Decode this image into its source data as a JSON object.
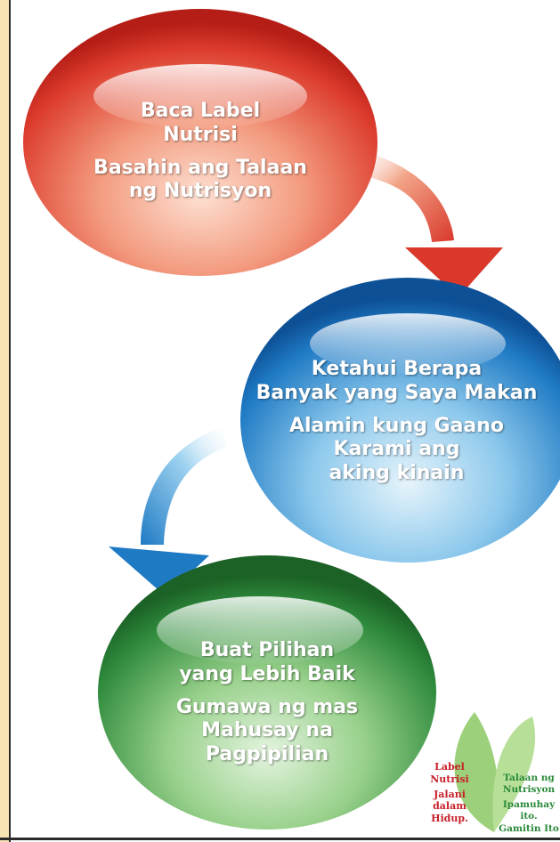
{
  "steps": [
    {
      "malay": [
        "Baca Label",
        "Nutrisi"
      ],
      "filipino": [
        "Basahin ang Talaan",
        "ng Nutrisyon"
      ],
      "color": "#d9382b"
    },
    {
      "malay": [
        "Ketahui Berapa",
        "Banyak yang Saya Makan"
      ],
      "filipino": [
        "Alamin kung Gaano",
        "Karami ang",
        "aking kinain"
      ],
      "color": "#1f7ac4"
    },
    {
      "malay": [
        "Buat Pilihan",
        "yang Lebih Baik"
      ],
      "filipino": [
        "Gumawa ng mas",
        "Mahusay na",
        "Pagpipilian"
      ],
      "color": "#2e8a3c"
    }
  ],
  "logo": {
    "left": [
      "Label",
      "Nutrisi",
      "Jalani",
      "dalam",
      "Hidup."
    ],
    "right": [
      "Talaan ng",
      "Nutrisyon",
      "Ipamuhay ito.",
      "Gamitin Ito"
    ],
    "left_color": "#c8202a",
    "right_color": "#2a8a3a",
    "leaf_color": "#9cd07a"
  },
  "colors": {
    "sidebar": "#f7e3b3",
    "arrow_red": "#d9382b",
    "arrow_blue": "#1f7ac4"
  }
}
